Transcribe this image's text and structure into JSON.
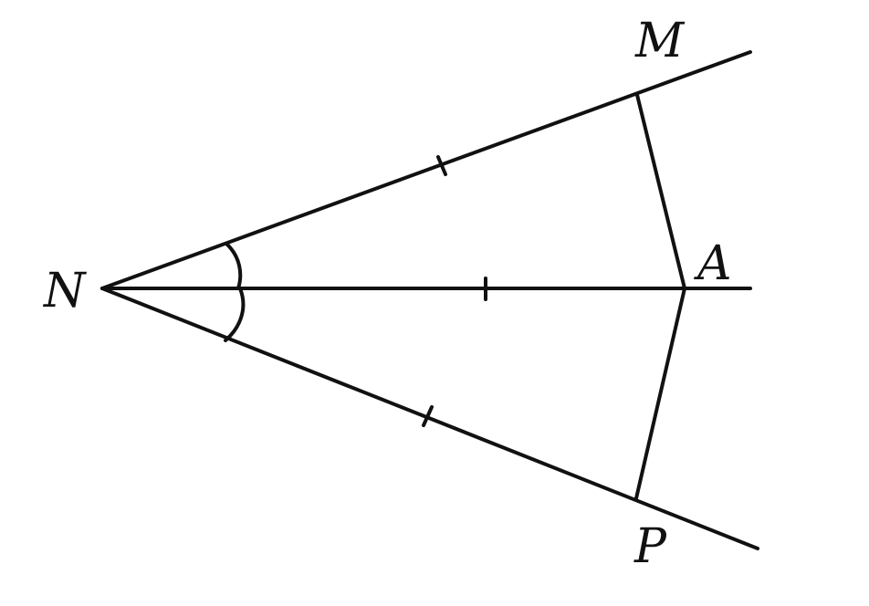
{
  "diagram": {
    "points": {
      "N": {
        "label": "N"
      },
      "M": {
        "label": "M"
      },
      "A": {
        "label": "A"
      },
      "P": {
        "label": "P"
      }
    },
    "segments": [
      "NM",
      "NA",
      "NP",
      "MA",
      "AP"
    ],
    "equal_marks": [
      "NM",
      "NA",
      "NP"
    ],
    "equal_angles": [
      "MNA",
      "ANP"
    ],
    "stroke_color": "#111111",
    "background": "#ffffff"
  }
}
